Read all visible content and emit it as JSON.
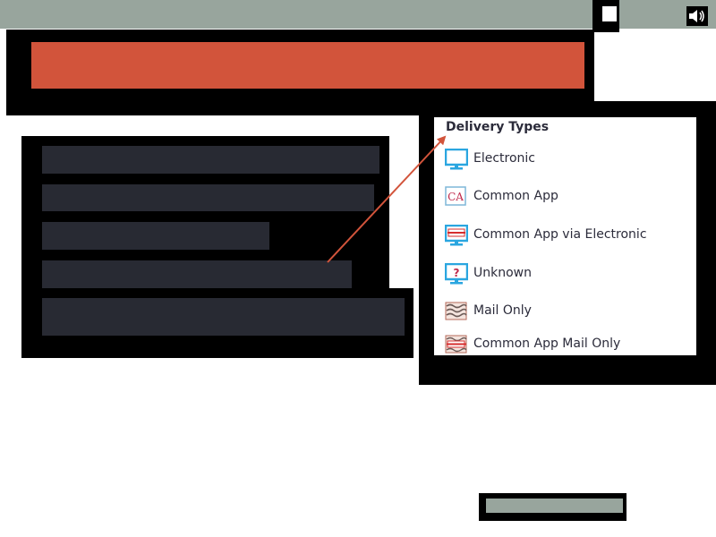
{
  "colors": {
    "topbar": "#98a59d",
    "title_bar": "#d2543b",
    "list_item": "#282a33",
    "frame": "#000000",
    "arrow": "#d2543b",
    "legend_text": "#2b2b3a"
  },
  "legend": {
    "title": "Delivery Types",
    "items": [
      {
        "label": "Electronic",
        "icon": "monitor-icon"
      },
      {
        "label": "Common App",
        "icon": "common-app-icon"
      },
      {
        "label": "Common App via Electronic",
        "icon": "common-app-electronic-icon"
      },
      {
        "label": "Unknown",
        "icon": "unknown-monitor-icon"
      },
      {
        "label": "Mail Only",
        "icon": "mail-icon"
      },
      {
        "label": "Common App Mail Only",
        "icon": "common-app-mail-icon"
      }
    ]
  },
  "icons": {
    "window_toggle": "square-icon",
    "sound": "speaker-icon"
  }
}
